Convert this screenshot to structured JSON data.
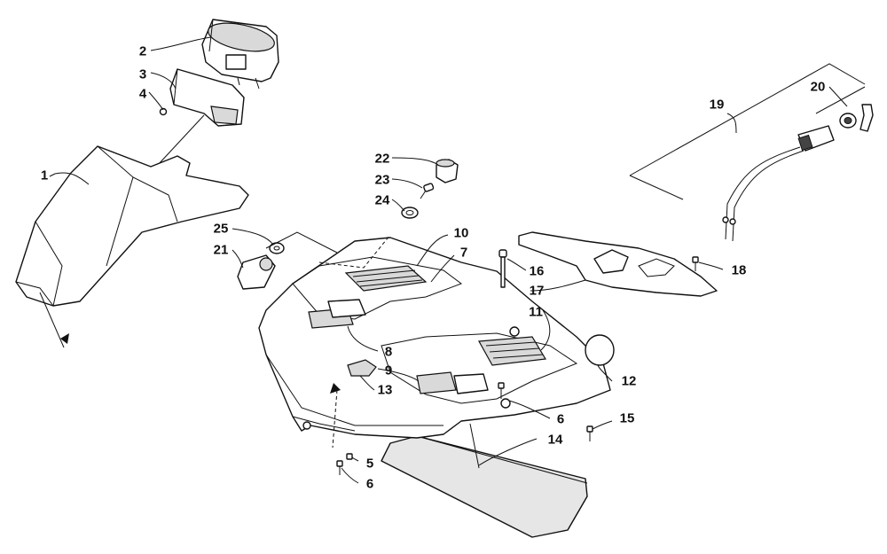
{
  "callouts": [
    "1",
    "2",
    "3",
    "4",
    "5",
    "6",
    "7",
    "8",
    "9",
    "10",
    "11",
    "12",
    "13",
    "14",
    "15",
    "16",
    "17",
    "18",
    "19",
    "20",
    "21",
    "22",
    "23",
    "24",
    "25",
    "6"
  ]
}
